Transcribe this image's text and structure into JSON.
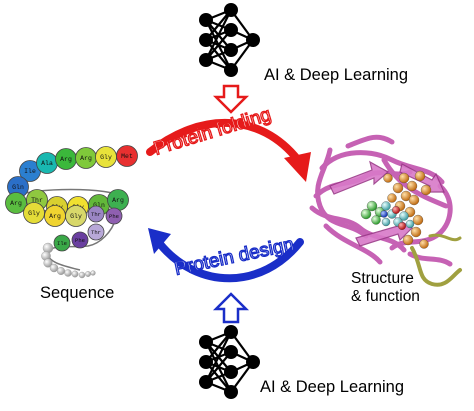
{
  "top_label": "AI & Deep Learning",
  "bottom_label": "AI & Deep Learning",
  "folding_label": "Protein folding",
  "design_label": "Protein design",
  "sequence_label": "Sequence",
  "structure_label_line1": "Structure",
  "structure_label_line2": "& function",
  "beads": [
    {
      "text": "Ile",
      "color": "#2b7fd0"
    },
    {
      "text": "Ala",
      "color": "#19b8b0"
    },
    {
      "text": "Arg",
      "color": "#3bb83b"
    },
    {
      "text": "Arg",
      "color": "#7fc93a"
    },
    {
      "text": "Gly",
      "color": "#e8e23a"
    },
    {
      "text": "Met",
      "color": "#e83030"
    },
    {
      "text": "Gln",
      "color": "#2b6fc8"
    },
    {
      "text": "Thr",
      "color": "#8fc840"
    },
    {
      "text": "Gly",
      "color": "#d8d030"
    },
    {
      "text": "Gly",
      "color": "#f0e030"
    },
    {
      "text": "Gln",
      "color": "#62b83a"
    },
    {
      "text": "Arg",
      "color": "#3db050"
    },
    {
      "text": "Arg",
      "color": "#5abd40"
    },
    {
      "text": "Gly",
      "color": "#e4dc38"
    },
    {
      "text": "Arg",
      "color": "#f0d430"
    },
    {
      "text": "Gly",
      "color": "#d8d86a"
    },
    {
      "text": "Thr",
      "color": "#9b86c4"
    },
    {
      "text": "Phe",
      "color": "#8f5fb0"
    },
    {
      "text": "Thr",
      "color": "#b8a8d8"
    },
    {
      "text": "Phe",
      "color": "#6a3fa0"
    },
    {
      "text": "Ile",
      "color": "#3aa848"
    }
  ],
  "colors": {
    "folding": "#e61a1a",
    "design": "#1a2ec8",
    "network_node": "#000000",
    "protein_ribbon": "#c45ab0",
    "atom_orange": "#e08a2a",
    "atom_cyan": "#60c4c8",
    "atom_green": "#4cc84c"
  }
}
